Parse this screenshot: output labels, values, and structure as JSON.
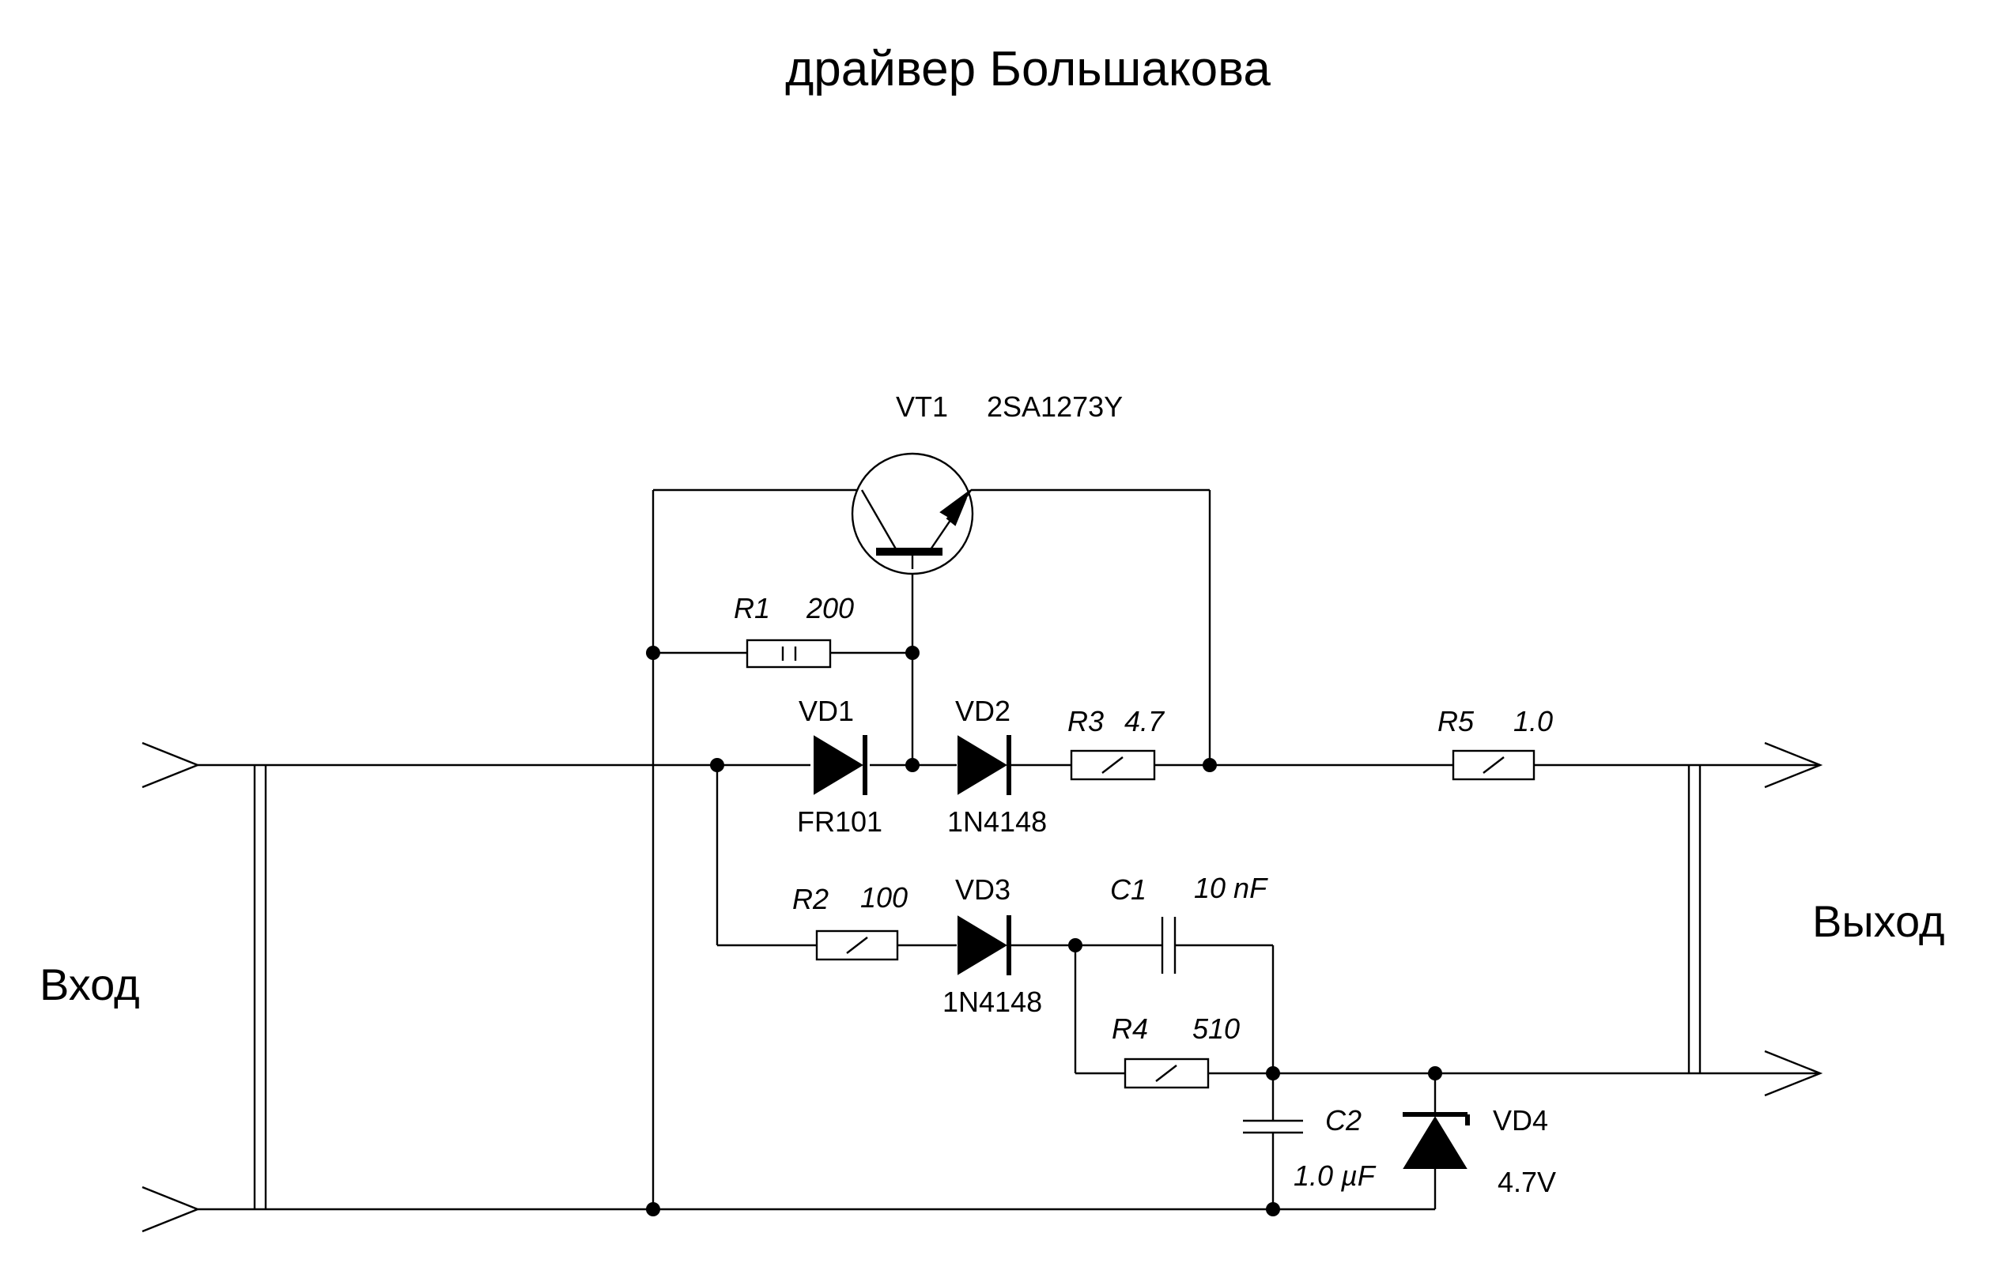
{
  "title": "драйвер  Большакова",
  "input_label": "Вход",
  "output_label": "Выход",
  "components": {
    "vt1": {
      "ref": "VT1",
      "value": "2SA1273Y"
    },
    "r1": {
      "ref": "R1",
      "value": "200"
    },
    "r2": {
      "ref": "R2",
      "value": "100"
    },
    "r3": {
      "ref": "R3",
      "value": "4.7"
    },
    "r4": {
      "ref": "R4",
      "value": "510"
    },
    "r5": {
      "ref": "R5",
      "value": "1.0"
    },
    "vd1": {
      "ref": "VD1",
      "value": "FR101"
    },
    "vd2": {
      "ref": "VD2",
      "value": "1N4148"
    },
    "vd3": {
      "ref": "VD3",
      "value": "1N4148"
    },
    "vd4": {
      "ref": "VD4",
      "value": "4.7V"
    },
    "c1": {
      "ref": "C1",
      "value": "10 nF"
    },
    "c2": {
      "ref": "C2",
      "value": "1.0 µF"
    }
  }
}
